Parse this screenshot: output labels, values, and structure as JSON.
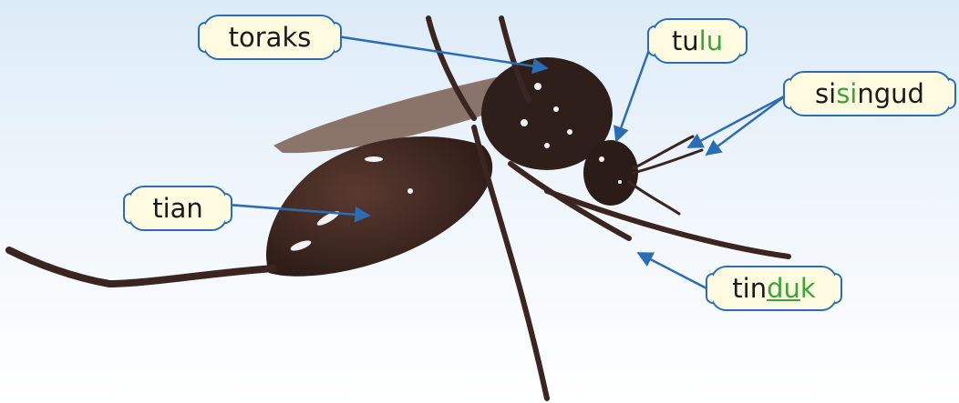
{
  "labels": {
    "toraks": {
      "text": "toraks"
    },
    "tulu": {
      "plain": "tu",
      "highlight": "lu"
    },
    "sisingud": {
      "before": "si",
      "highlight": "si",
      "after": "ngud"
    },
    "tian": {
      "text": "tian"
    },
    "tinduk": {
      "plain": "tin",
      "underlined": "du",
      "highlight": "k"
    }
  },
  "colors": {
    "arrow": "#2a6db5",
    "highlight": "#3aa33a",
    "label_fill": "#fffbe0"
  }
}
